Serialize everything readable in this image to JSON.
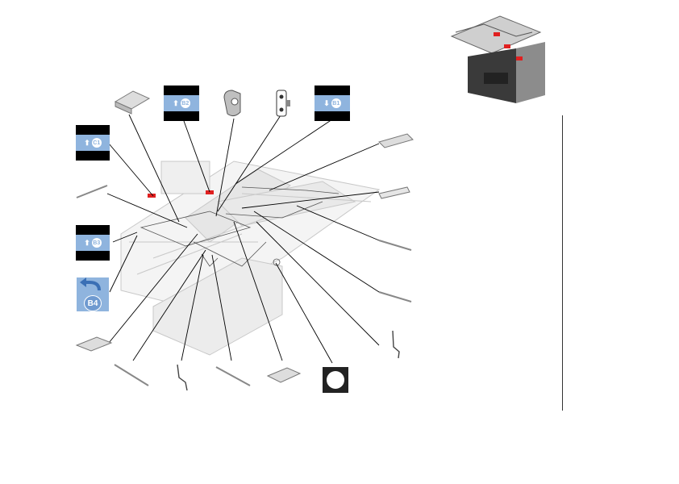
{
  "badges": {
    "b1": {
      "label": "B1",
      "dir": "down"
    },
    "b2": {
      "label": "B2",
      "dir": "up"
    },
    "b3": {
      "label": "B3",
      "dir": "up"
    },
    "b4": {
      "label": "B4"
    },
    "c1": {
      "label": "C1",
      "dir": "up"
    }
  },
  "colors": {
    "badge_blue": "#8fb4de",
    "marker_red": "#e02020",
    "line": "#000000"
  }
}
